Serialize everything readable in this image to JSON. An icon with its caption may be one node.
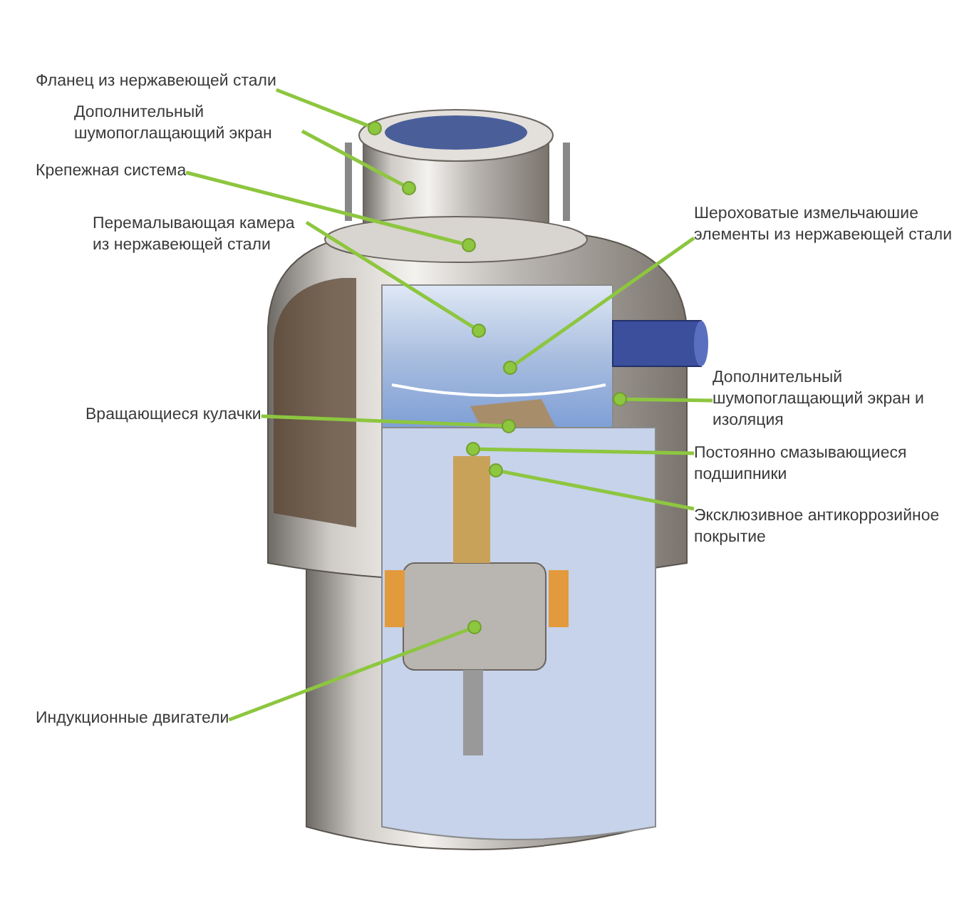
{
  "diagram": {
    "nodes": [
      {
        "text": [
          "Фланец из нержавеющей стали"
        ]
      },
      {
        "text": [
          "Дополнительный шумопоглащающий экран"
        ]
      },
      {
        "text": [
          "Крепежная система"
        ]
      },
      {
        "text": [
          "Перемалывающая камера из нержавеющей стали"
        ]
      },
      {
        "text": [
          "Шероховатые измельчаюшие элементы из нержавеющей стали"
        ]
      },
      {
        "text": [
          "Дополнительный шумопоглащающий экран и изоляция"
        ]
      },
      {
        "text": [
          "Вращающиеся кулачки"
        ]
      },
      {
        "text": [
          "Постоянно смазывающиеся подшипники"
        ]
      },
      {
        "text": [
          "Эксклюзивное антикоррозийное покрытие"
        ]
      },
      {
        "text": [
          "Индукционные двигатели"
        ]
      },
      {
        "text": [],
        "shape": "circle"
      },
      {
        "text": [],
        "shape": "circle"
      },
      {
        "text": [],
        "shape": "circle"
      },
      {
        "text": [],
        "shape": "circle"
      },
      {
        "text": [],
        "shape": "circle"
      },
      {
        "text": [],
        "shape": "circle"
      },
      {
        "text": [],
        "shape": "circle"
      },
      {
        "text": [],
        "shape": "circle"
      },
      {
        "text": [],
        "shape": "circle"
      },
      {
        "text": [],
        "shape": "circle"
      }
    ],
    "edges": [
      {
        "from": 0,
        "to": 10,
        "arrow": "none"
      },
      {
        "from": 1,
        "to": 11,
        "arrow": "none"
      },
      {
        "from": 2,
        "to": 12,
        "arrow": "none"
      },
      {
        "from": 3,
        "to": 13,
        "arrow": "none"
      },
      {
        "from": 4,
        "to": 14,
        "arrow": "none"
      },
      {
        "from": 5,
        "to": 15,
        "arrow": "none"
      },
      {
        "from": 6,
        "to": 16,
        "arrow": "none"
      },
      {
        "from": 7,
        "to": 17,
        "arrow": "none"
      },
      {
        "from": 8,
        "to": 18,
        "arrow": "none"
      },
      {
        "from": 9,
        "to": 19,
        "arrow": "none"
      }
    ]
  }
}
